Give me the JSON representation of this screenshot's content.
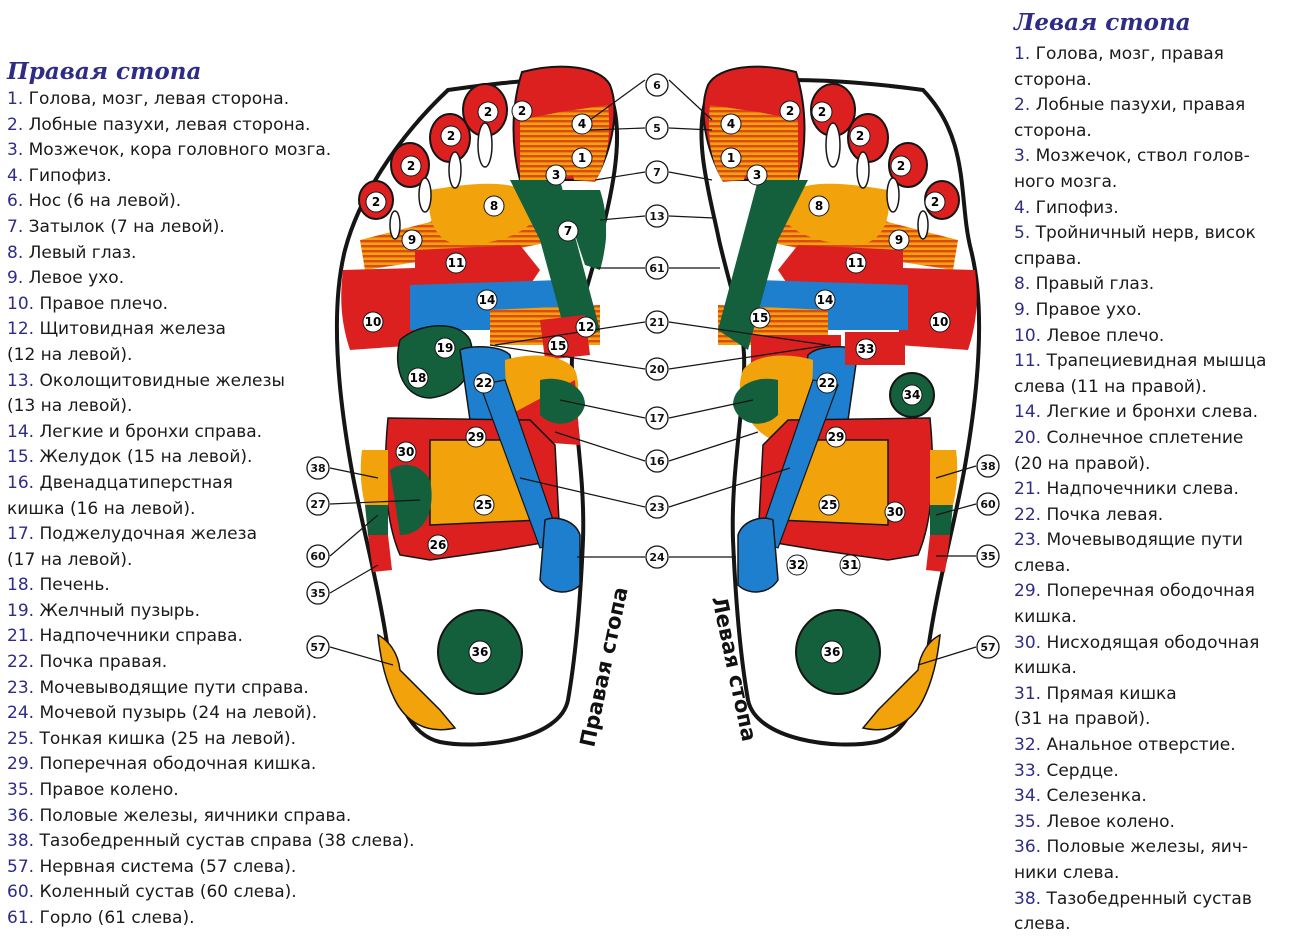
{
  "right_legend": {
    "title": "Правая стопа",
    "items": [
      {
        "num": "1.",
        "text": "Голова, мозг, левая сторона."
      },
      {
        "num": "2.",
        "text": "Лобные пазухи, левая сторона."
      },
      {
        "num": "3.",
        "text": "Мозжечок, кора головного мозга."
      },
      {
        "num": "4.",
        "text": "Гипофиз."
      },
      {
        "num": "6.",
        "text": "Нос (6 на левой)."
      },
      {
        "num": "7.",
        "text": "Затылок (7 на левой)."
      },
      {
        "num": "8.",
        "text": "Левый глаз."
      },
      {
        "num": "9.",
        "text": "Левое ухо."
      },
      {
        "num": "10.",
        "text": "Правое плечо."
      },
      {
        "num": "12.",
        "text": "Щитовидная железа",
        "cont": "(12 на левой)."
      },
      {
        "num": "13.",
        "text": "Околощитовидные железы",
        "cont": "(13 на левой)."
      },
      {
        "num": "14.",
        "text": "Легкие и бронхи справа."
      },
      {
        "num": "15.",
        "text": "Желудок (15 на левой)."
      },
      {
        "num": "16.",
        "text": "Двенадцатиперстная",
        "cont": "кишка (16 на левой)."
      },
      {
        "num": "17.",
        "text": "Поджелудочная железа",
        "cont": "(17 на левой)."
      },
      {
        "num": "18.",
        "text": "Печень."
      },
      {
        "num": "19.",
        "text": "Желчный пузырь."
      },
      {
        "num": "21.",
        "text": "Надпочечники справа."
      },
      {
        "num": "22.",
        "text": "Почка правая."
      },
      {
        "num": "23.",
        "text": "Мочевыводящие пути справа."
      },
      {
        "num": "24.",
        "text": "Мочевой пузырь (24 на левой)."
      },
      {
        "num": "25.",
        "text": "Тонкая кишка (25 на левой)."
      },
      {
        "num": "29.",
        "text": "Поперечная ободочная кишка."
      },
      {
        "num": "35.",
        "text": "Правое колено."
      },
      {
        "num": "36.",
        "text": "Половые железы, яичники справа."
      },
      {
        "num": "38.",
        "text": "Тазобедренный сустав справа (38 слева)."
      },
      {
        "num": "57.",
        "text": "Нервная система (57 слева)."
      },
      {
        "num": "60.",
        "text": "Коленный сустав (60 слева)."
      },
      {
        "num": "61.",
        "text": "Горло (61 слева)."
      }
    ]
  },
  "left_legend": {
    "title": "Левая стопа",
    "items": [
      {
        "num": "1.",
        "text": "Голова, мозг, правая",
        "cont": "сторона."
      },
      {
        "num": "2.",
        "text": "Лобные пазухи, правая",
        "cont": "сторона."
      },
      {
        "num": "3.",
        "text": "Мозжечок, ствол голов-",
        "cont": "ного мозга."
      },
      {
        "num": "4.",
        "text": "Гипофиз."
      },
      {
        "num": "5.",
        "text": "Тройничный нерв, висок",
        "cont": "справа."
      },
      {
        "num": "8.",
        "text": "Правый глаз."
      },
      {
        "num": "9.",
        "text": "Правое ухо."
      },
      {
        "num": "10.",
        "text": "Левое плечо."
      },
      {
        "num": "11.",
        "text": "Трапециевидная мышца",
        "cont": "слева (11 на правой)."
      },
      {
        "num": "14.",
        "text": "Легкие и бронхи слева."
      },
      {
        "num": "20.",
        "text": "Солнечное сплетение",
        "cont": "(20 на правой)."
      },
      {
        "num": "21.",
        "text": "Надпочечники слева."
      },
      {
        "num": "22.",
        "text": "Почка левая."
      },
      {
        "num": "23.",
        "text": "Мочевыводящие пути",
        "cont": "слева."
      },
      {
        "num": "29.",
        "text": "Поперечная ободочная",
        "cont": "кишка."
      },
      {
        "num": "30.",
        "text": "Нисходящая ободочная",
        "cont": "кишка."
      },
      {
        "num": "31.",
        "text": "Прямая кишка",
        "cont": "(31 на правой)."
      },
      {
        "num": "32.",
        "text": "Анальное отверстие."
      },
      {
        "num": "33.",
        "text": "Сердце."
      },
      {
        "num": "34.",
        "text": "Селезенка."
      },
      {
        "num": "35.",
        "text": "Левое колено."
      },
      {
        "num": "36.",
        "text": "Половые железы, яич-",
        "cont": "ники слева."
      },
      {
        "num": "38.",
        "text": "Тазобедренный сустав",
        "cont": "слева."
      }
    ]
  },
  "diagram": {
    "right_foot_label": "Правая стопа",
    "left_foot_label": "Левая стопа",
    "center_callouts": [
      "6",
      "5",
      "7",
      "13",
      "61",
      "21",
      "20",
      "17",
      "16",
      "23",
      "24"
    ],
    "right_side_callouts": [
      "38",
      "27",
      "60",
      "35",
      "57"
    ],
    "left_side_callouts": [
      "38",
      "60",
      "35",
      "57"
    ],
    "right_foot_zones": [
      "1",
      "2",
      "3",
      "4",
      "7",
      "8",
      "9",
      "10",
      "11",
      "12",
      "14",
      "15",
      "18",
      "19",
      "22",
      "25",
      "26",
      "29",
      "30",
      "36"
    ],
    "left_foot_zones": [
      "1",
      "2",
      "3",
      "4",
      "8",
      "9",
      "10",
      "11",
      "14",
      "15",
      "22",
      "25",
      "29",
      "30",
      "31",
      "32",
      "33",
      "34",
      "36"
    ],
    "colors": {
      "red": "#dc2020",
      "orange": "#f2a20a",
      "stripe": "#e8661a",
      "blue": "#1e7fcf",
      "green": "#14603c",
      "text_blue": "#2e2c86"
    }
  }
}
